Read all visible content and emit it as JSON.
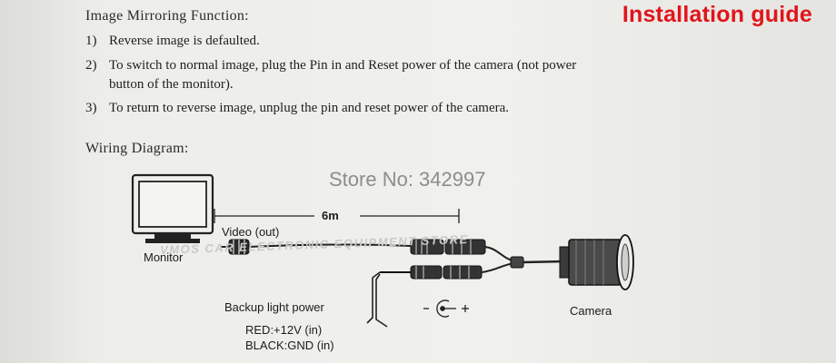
{
  "header": {
    "guide_title": "Installation guide"
  },
  "mirroring": {
    "heading": "Image Mirroring Function:",
    "items": [
      {
        "num": "1)",
        "lines": [
          "Reverse image is defaulted."
        ]
      },
      {
        "num": "2)",
        "lines": [
          "To switch to normal image, plug the Pin in and Reset power of the camera (not power",
          "button of the monitor)."
        ]
      },
      {
        "num": "3)",
        "lines": [
          "To return to reverse image, unplug the pin and reset power of the camera."
        ]
      }
    ]
  },
  "wiring": {
    "heading": "Wiring Diagram:",
    "store_overlay": "Store No: 342997",
    "cable_length": "6m",
    "video_label": "Video (out)",
    "monitor_label": "Monitor",
    "camera_label": "Camera",
    "power_title": "Backup light power",
    "power_red": "RED:+12V (in)",
    "power_black": "BLACK:GND (in)",
    "polarity_symbol": "- ⊙ +",
    "watermark_text": "VMOS CAR ELECTRONIC EQUIPMENT STORE",
    "colors": {
      "accent": "#e1141b",
      "ink": "#1e1e1e",
      "watermark": "#c9c9c9"
    }
  }
}
